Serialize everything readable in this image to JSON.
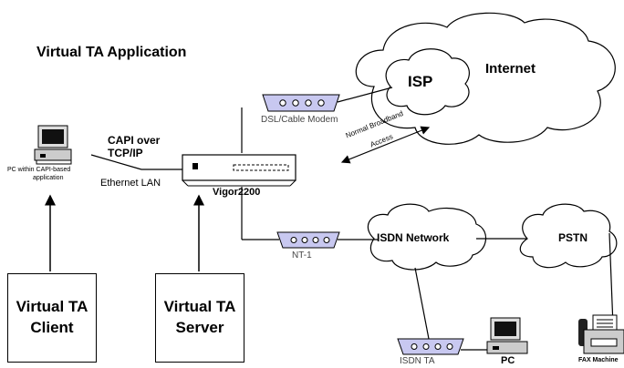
{
  "title": "Virtual TA Application",
  "clouds": {
    "internet": "Internet",
    "isp": "ISP",
    "isdn": "ISDN Network",
    "pstn": "PSTN"
  },
  "devices": {
    "dsl_modem": "DSL/Cable Modem",
    "router": "Vigor2200",
    "nt1": "NT-1",
    "isdn_ta": "ISDN TA",
    "pc": "PC",
    "fax": "FAX Machine",
    "capi_pc_line1": "PC within CAPI-based",
    "capi_pc_line2": "application"
  },
  "labels": {
    "capi_line1": "CAPI over",
    "capi_line2": "TCP/IP",
    "ethernet": "Ethernet LAN",
    "broadband_line1": "Normal Broadband",
    "broadband_line2": "Access"
  },
  "boxes": {
    "client_line1": "Virtual TA",
    "client_line2": "Client",
    "server_line1": "Virtual TA",
    "server_line2": "Server"
  }
}
